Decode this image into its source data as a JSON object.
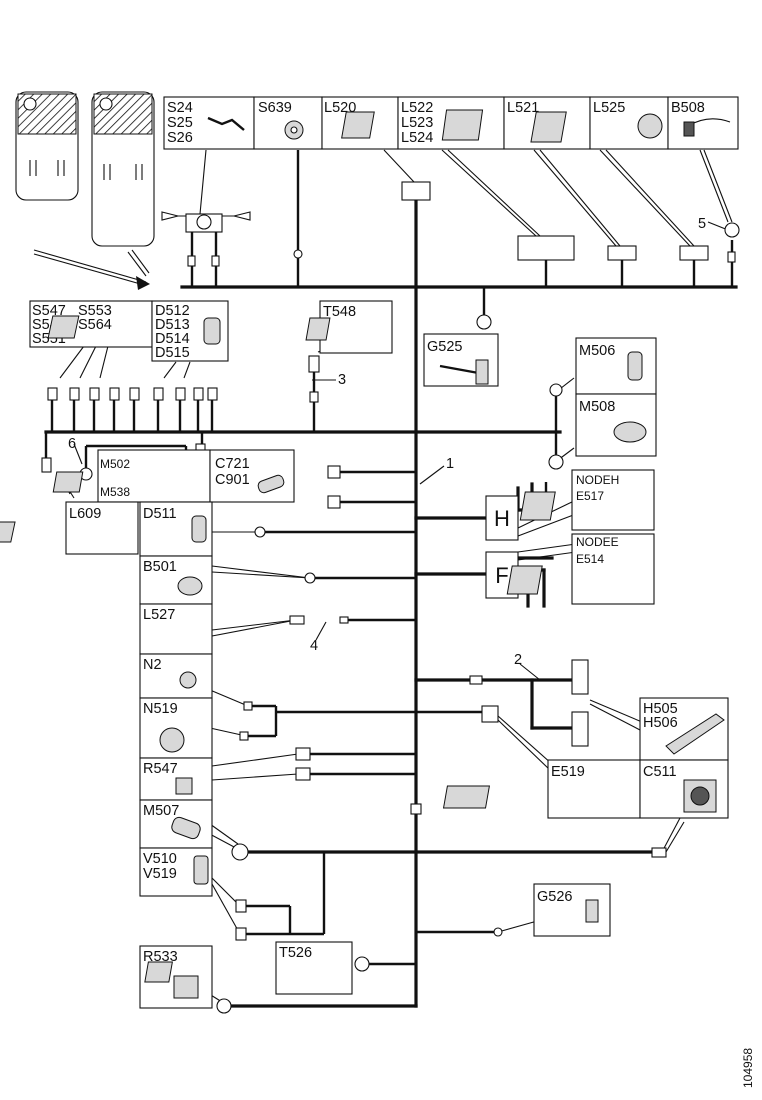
{
  "top_boxes": {
    "s24": "S24",
    "s25": "S25",
    "s26": "S26",
    "s639": "S639",
    "l520": "L520",
    "l522": "L522",
    "l523": "L523",
    "l524": "L524",
    "l521": "L521",
    "l525": "L525",
    "b508": "B508"
  },
  "left_group": {
    "s547": "S547",
    "s549": "S549",
    "s551": "S551",
    "s553": "S553",
    "s564": "S564",
    "d512": "D512",
    "d513": "D513",
    "d514": "D514",
    "d515": "D515"
  },
  "components": {
    "t548": "T548",
    "g525": "G525",
    "m506": "M506",
    "m508": "M508",
    "m502": "M502",
    "m538": "M538",
    "c721": "C721",
    "c901": "C901",
    "l609": "L609",
    "d511": "D511",
    "b501": "B501",
    "l527": "L527",
    "n2": "N2",
    "n519": "N519",
    "r547": "R547",
    "m507": "M507",
    "v510": "V510",
    "v519": "V519",
    "r533": "R533",
    "t526": "T526",
    "g526": "G526",
    "e519": "E519",
    "c511": "C511",
    "h505": "H505",
    "h506": "H506",
    "nodeh": "NODEH",
    "e517": "E517",
    "nodee": "NODEE",
    "e514": "E514"
  },
  "node_letters": {
    "h": "H",
    "f": "F"
  },
  "callouts": {
    "c1": "1",
    "c2": "2",
    "c3": "3",
    "c4": "4",
    "c5": "5",
    "c6": "6"
  },
  "figure_id": "104958"
}
